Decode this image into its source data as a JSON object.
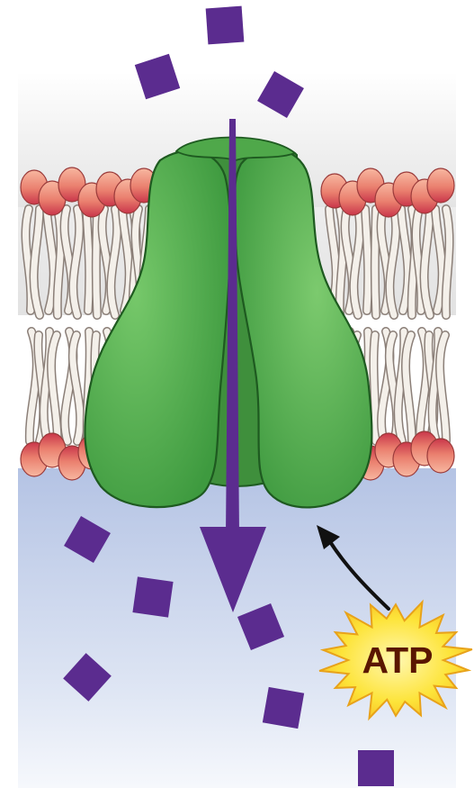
{
  "atp": {
    "label": "ATP",
    "burst_fill": "#fde43a",
    "burst_stroke": "#e8a21a",
    "text_color": "#5a1600"
  },
  "colors": {
    "solute": "#5b2c8f",
    "solute_light": "#7a4fb3",
    "arrow": "#5b2c8f",
    "protein": "#56b04e",
    "protein_dark": "#2e7a30",
    "head_top": "#f2a08a",
    "head_bottom": "#d8434a",
    "tail": "#f4f0ea",
    "tail_stroke": "#8b7f78",
    "outside_gradient_top": "#d9d9d9",
    "inside_gradient_top": "#b7c6e6"
  },
  "regions": [
    "extracellular-space",
    "lipid-bilayer",
    "cytoplasm"
  ]
}
